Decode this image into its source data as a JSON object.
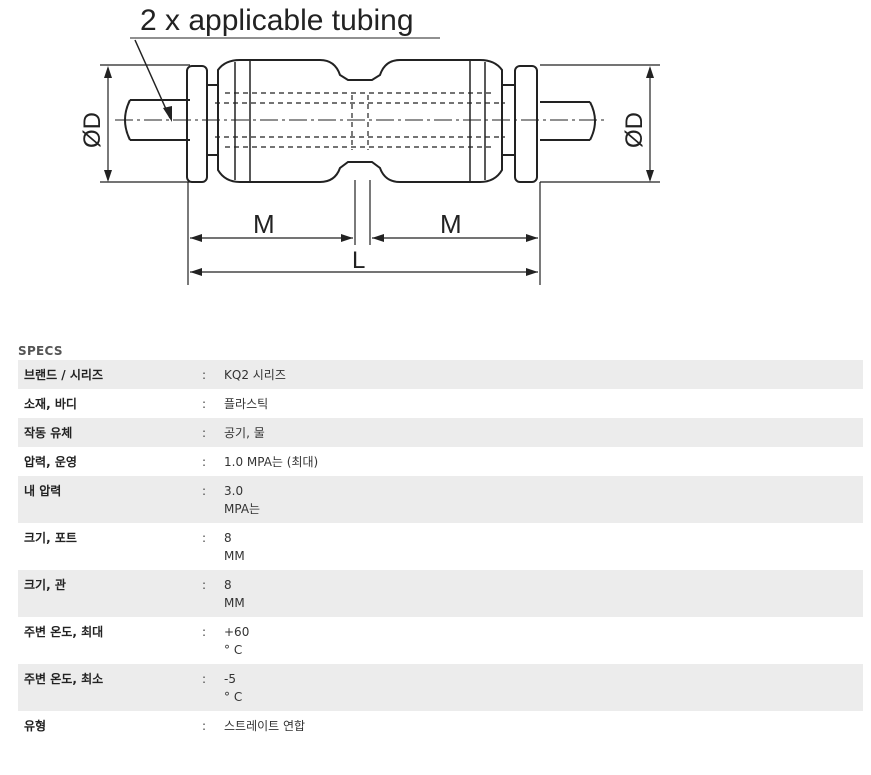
{
  "drawing": {
    "callout": "2 x applicable tubing",
    "dim_left_diameter": "ØD",
    "dim_right_diameter": "ØD",
    "dim_m_left": "M",
    "dim_m_right": "M",
    "dim_l": "L"
  },
  "specs": {
    "title": "SPECS",
    "rows": [
      {
        "label": "브랜드 / 시리즈",
        "sep": ":",
        "value": [
          "KQ2 시리즈"
        ]
      },
      {
        "label": "소재, 바디",
        "sep": ":",
        "value": [
          "플라스틱"
        ]
      },
      {
        "label": "작동 유체",
        "sep": ":",
        "value": [
          "공기, 물"
        ]
      },
      {
        "label": "압력, 운영",
        "sep": ":",
        "value": [
          "1.0 MPA는 (최대)"
        ]
      },
      {
        "label": "내 압력",
        "sep": ":",
        "value": [
          "3.0",
          "MPA는"
        ]
      },
      {
        "label": "크기, 포트",
        "sep": ":",
        "value": [
          "8",
          "MM"
        ]
      },
      {
        "label": "크기, 관",
        "sep": ":",
        "value": [
          "8",
          "MM"
        ]
      },
      {
        "label": "주변 온도, 최대",
        "sep": ":",
        "value": [
          "+60",
          "° C"
        ]
      },
      {
        "label": "주변 온도, 최소",
        "sep": ":",
        "value": [
          "-5",
          "° C"
        ]
      },
      {
        "label": "유형",
        "sep": ":",
        "value": [
          "스트레이트 연합"
        ]
      }
    ]
  }
}
